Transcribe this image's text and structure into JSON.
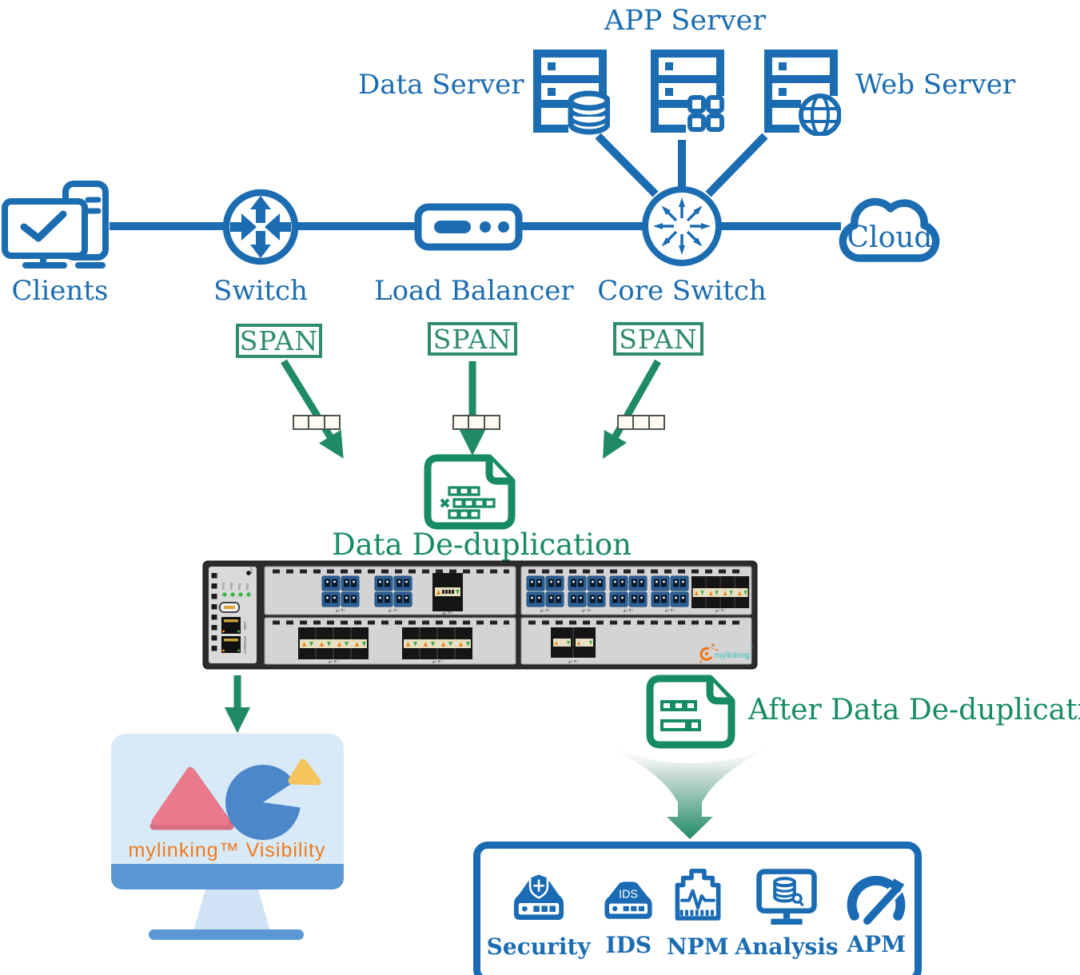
{
  "colors": {
    "blue": "#1b6cb1",
    "green": "#1f8a68",
    "green_text": "#178a66",
    "span_green": "#2e8b6e",
    "orange": "#f0791c",
    "teal": "#35c2ba",
    "monitor_blue": "#5b97d3",
    "screen": "#d8eaf8",
    "pink": "#e87a8c",
    "yellow": "#f6c45e",
    "pie_blue": "#4b87c9"
  },
  "top": {
    "app_server": "APP Server",
    "data_server": "Data Server",
    "web_server": "Web Server"
  },
  "row": {
    "clients": "Clients",
    "switch": "Switch",
    "load_balancer": "Load Balancer",
    "core_switch": "Core Switch",
    "cloud": "Cloud"
  },
  "span": {
    "s1": "SPAN",
    "s2": "SPAN",
    "s3": "SPAN"
  },
  "dedup_label": "Data De-duplication",
  "after_dedup_label": "After Data De-duplication",
  "monitor_caption": "mylinking™ Visibility",
  "device": {
    "brand": "mylinking",
    "tm": "™",
    "rst_label": "RST",
    "led_labels": [
      "SYS",
      "FAN",
      "PS1",
      "PS2"
    ],
    "mgt_label": "MGT",
    "console_label": "CONSOLE",
    "port_markers": "▲0 ▼1"
  },
  "tools": {
    "t1": {
      "label": "Security"
    },
    "t2": {
      "label": "IDS",
      "badge": "IDS"
    },
    "t3": {
      "label": "NPM"
    },
    "t4": {
      "label": "Analysis"
    },
    "t5": {
      "label": "APM"
    }
  }
}
